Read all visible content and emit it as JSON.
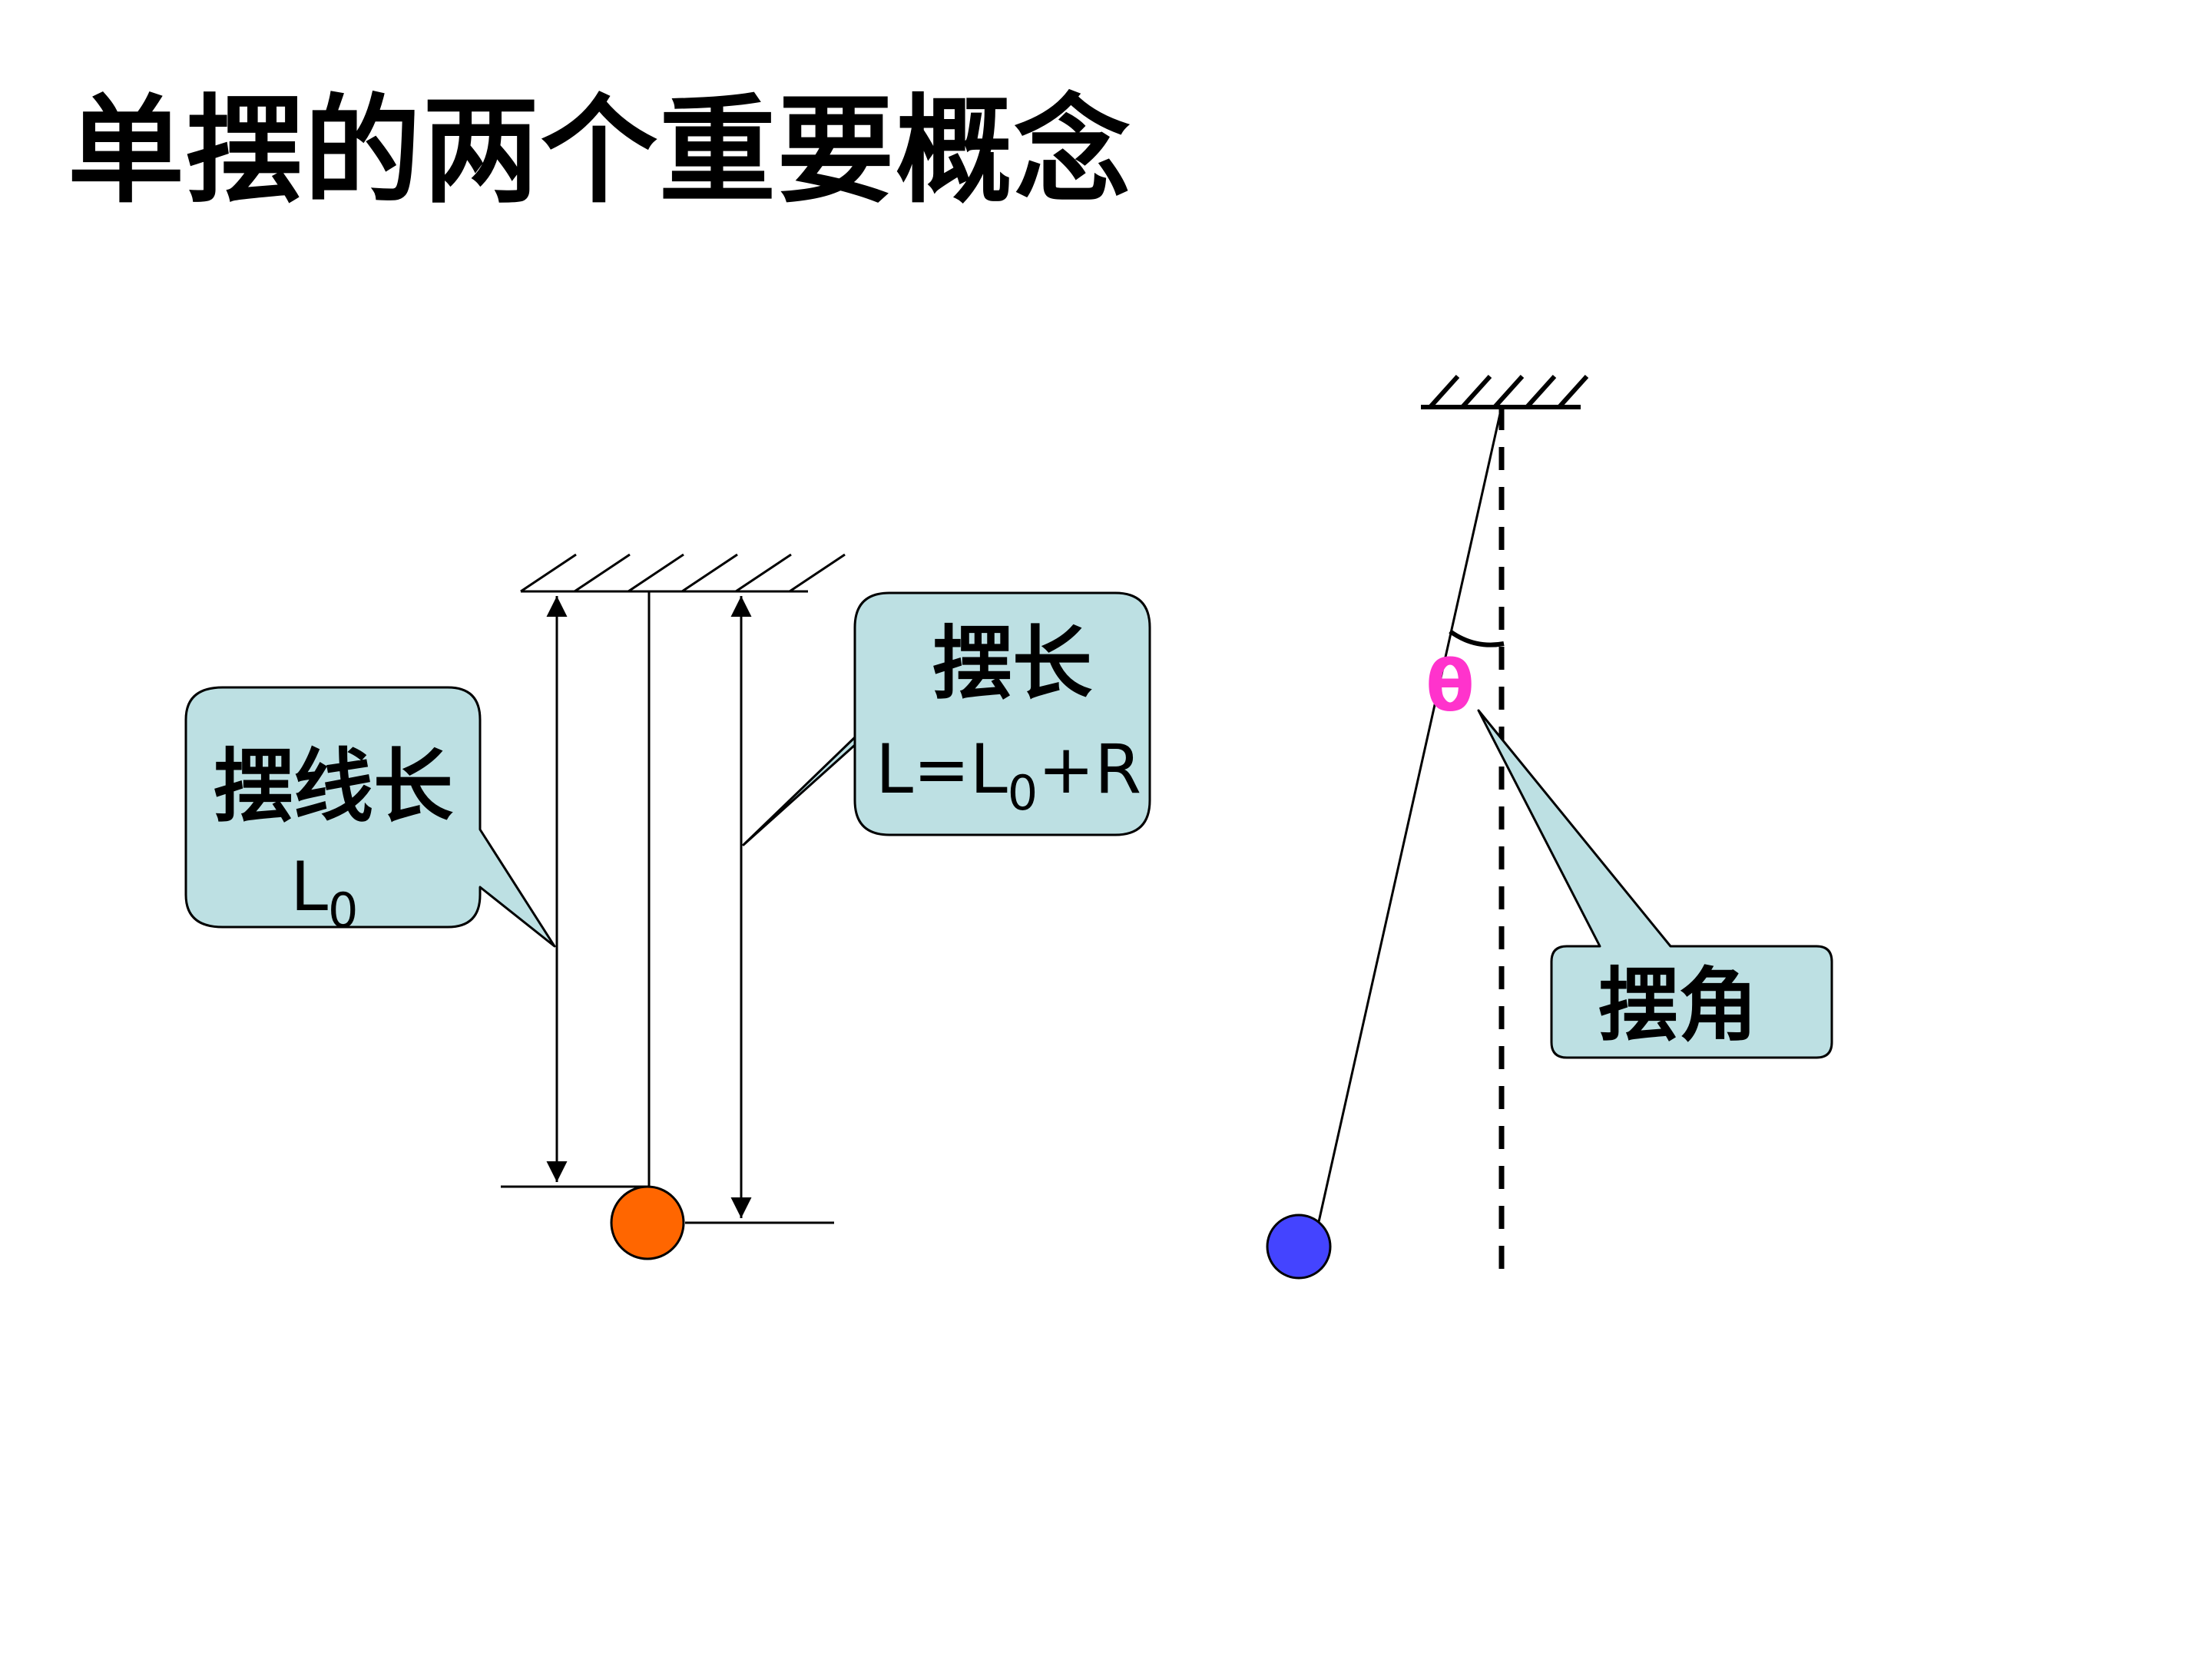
{
  "title": "单摆的两个重要概念",
  "callouts": {
    "string_length": {
      "title": "摆线长",
      "symbol_main": "L",
      "symbol_sub": "0"
    },
    "pendulum_length": {
      "title": "摆长",
      "formula_lhs": "L=L",
      "formula_sub": "0",
      "formula_rhs": "+R"
    },
    "swing_angle": {
      "title": "摆角"
    }
  },
  "angle_symbol": "θ",
  "colors": {
    "callout_fill": "#bde0e3",
    "left_bob": "#ff6600",
    "right_bob": "#4444ff",
    "theta": "#ff33cc"
  }
}
